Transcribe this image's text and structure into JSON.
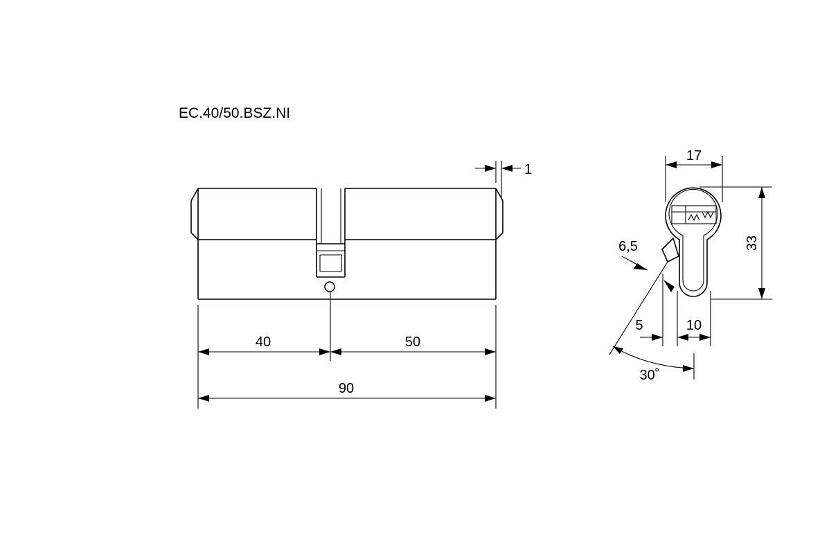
{
  "title": "EC.40/50.BSZ.NI",
  "dimensions": {
    "left_length": "40",
    "right_length": "50",
    "total_length": "90",
    "cam_offset": "1",
    "profile_width": "17",
    "profile_height": "33",
    "cam_thickness": "6,5",
    "cam_projection": "5",
    "lower_width": "10",
    "cam_angle": "30˚"
  }
}
